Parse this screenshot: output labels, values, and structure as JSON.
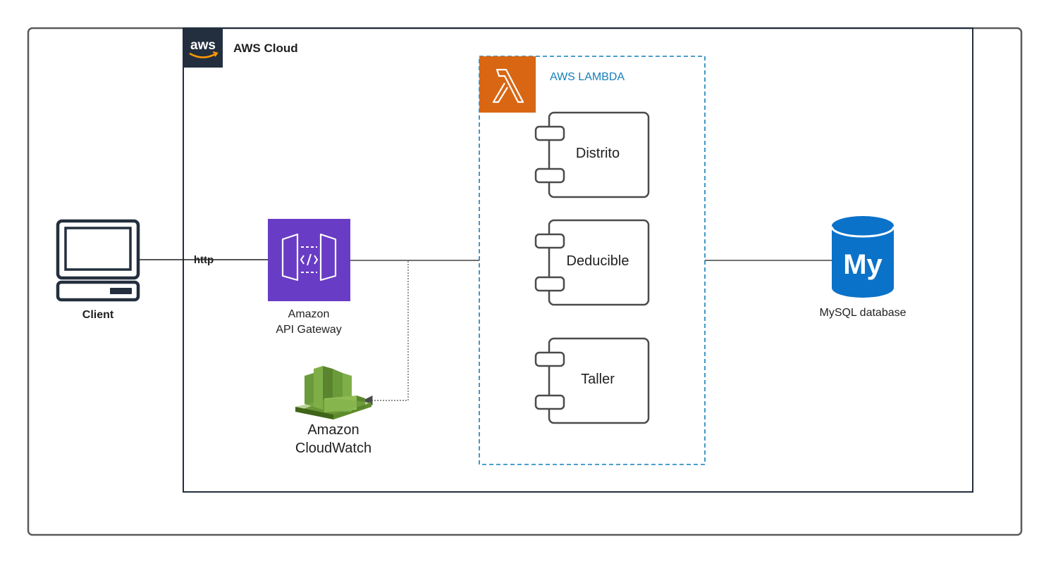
{
  "aws_cloud": {
    "label": "AWS Cloud",
    "logo_text": "aws"
  },
  "lambda_group": {
    "label": "AWS LAMBDA",
    "components": [
      {
        "label": "Distrito"
      },
      {
        "label": "Deducible"
      },
      {
        "label": "Taller"
      }
    ]
  },
  "client": {
    "label": "Client",
    "icon": "desktop-computer-icon"
  },
  "connection_label": "http",
  "api_gateway": {
    "label_line1": "Amazon",
    "label_line2": "API Gateway",
    "icon": "api-gateway-icon"
  },
  "cloudwatch": {
    "label_line1": "Amazon",
    "label_line2": "CloudWatch",
    "icon": "cloudwatch-icon"
  },
  "mysql": {
    "label": "MySQL database",
    "icon_text": "My",
    "icon": "mysql-database-icon"
  },
  "colors": {
    "aws_dark": "#232f3e",
    "lambda_orange": "#d86613",
    "lambda_blue": "#147eba",
    "api_purple": "#693cc5",
    "cloudwatch_green": "#6b9a3a",
    "mysql_blue": "#0b72c9",
    "stroke_gray": "#4a4a4a"
  }
}
